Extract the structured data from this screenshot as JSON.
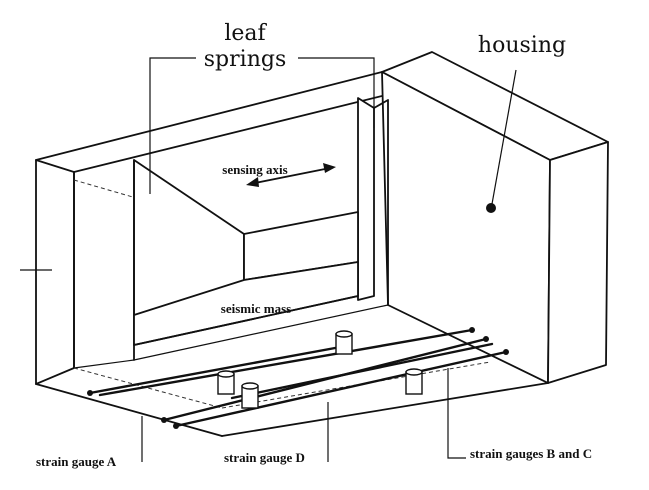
{
  "labels": {
    "leaf_springs_line1": "leaf",
    "leaf_springs_line2": "springs",
    "housing": "housing",
    "sensing_axis": "sensing axis",
    "seismic_mass": "seismic mass",
    "strain_gauge_a": "strain gauge A",
    "strain_gauge_d": "strain gauge D",
    "strain_gauges_b_c": "strain gauges B and C"
  }
}
